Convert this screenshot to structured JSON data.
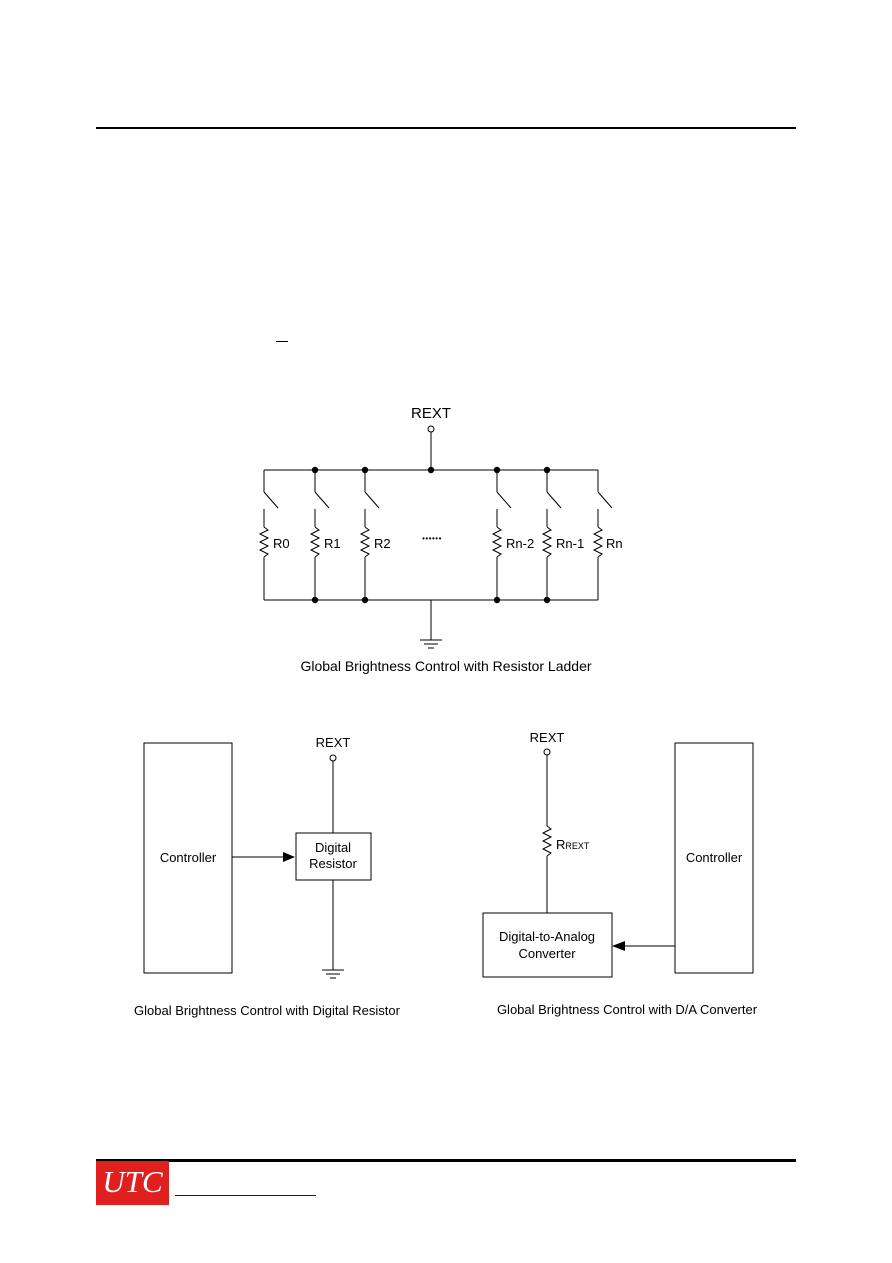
{
  "ladder": {
    "rext_label": "REXT",
    "resistors": [
      "R0",
      "R1",
      "R2",
      "Rn-2",
      "Rn-1",
      "Rn"
    ],
    "ellipsis": "••••••",
    "caption": "Global Brightness Control with Resistor Ladder"
  },
  "digital_resistor": {
    "rext_label": "REXT",
    "controller_label": "Controller",
    "box_line1": "Digital",
    "box_line2": "Resistor",
    "caption": "Global Brightness Control with Digital Resistor"
  },
  "dac": {
    "rext_label": "REXT",
    "resistor_main": "R",
    "resistor_sub": "REXT",
    "controller_label": "Controller",
    "box_line1": "Digital-to-Analog",
    "box_line2": "Converter",
    "caption": "Global Brightness Control with D/A Converter"
  },
  "footer": {
    "logo_text": "UTC"
  }
}
